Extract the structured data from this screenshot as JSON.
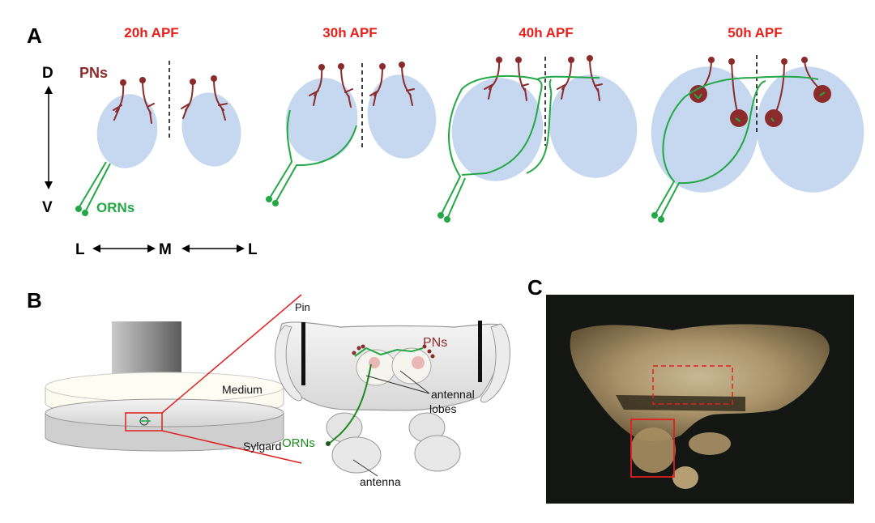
{
  "panels": {
    "a": {
      "letter": "A",
      "stages": [
        "20h APF",
        "30h APF",
        "40h APF",
        "50h APF"
      ],
      "labels": {
        "pns": "PNs",
        "orns": "ORNs"
      },
      "axis": {
        "dorsal": "D",
        "ventral": "V",
        "lateral_left": "L",
        "medial": "M",
        "lateral_right": "L"
      }
    },
    "b": {
      "letter": "B",
      "labels": {
        "medium": "Medium",
        "sylgard": "Sylgard",
        "pin": "Pin",
        "pns": "PNs",
        "antennal_lobes_1": "antennal",
        "antennal_lobes_2": "lobes",
        "orns": "ORNs",
        "antenna": "antenna"
      }
    },
    "c": {
      "letter": "C"
    }
  },
  "colors": {
    "stage_text": "#e8201c",
    "pn": "#8b2b2b",
    "orn": "#23a845",
    "lobe": "#c6d8f0",
    "roi_box": "#e02020"
  }
}
